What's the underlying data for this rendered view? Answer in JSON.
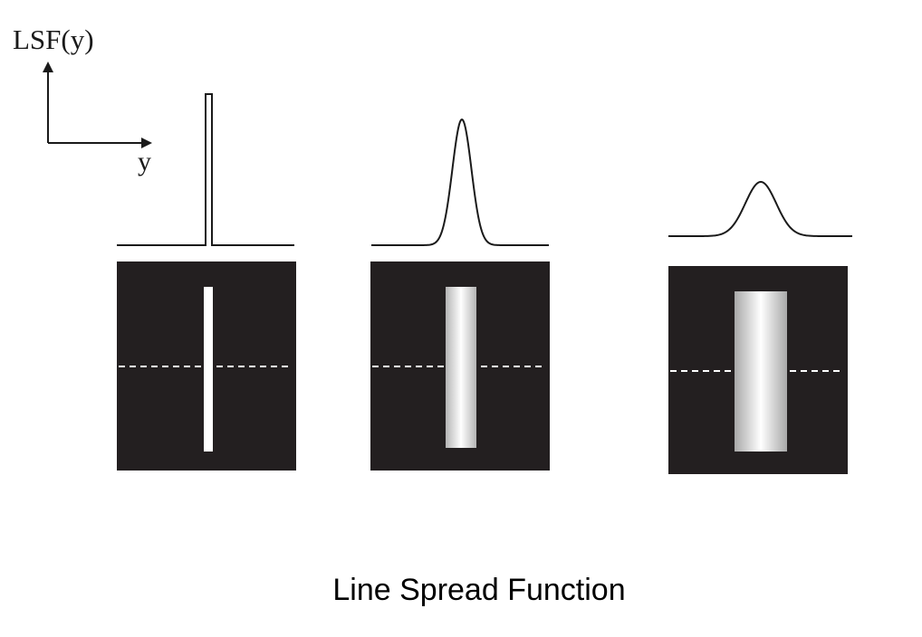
{
  "axes": {
    "y_axis_label": "LSF(y)",
    "x_axis_label": "y"
  },
  "caption": "Line Spread Function",
  "colors": {
    "background": "#ffffff",
    "panel": "#231f20",
    "curve": "#1a1a1a",
    "line_bright": "#ffffff",
    "line_dim": "#b4b4b4"
  },
  "panels": [
    {
      "name": "narrow",
      "profile": "impulse",
      "spread": 0.0
    },
    {
      "name": "medium",
      "profile": "gaussian",
      "spread": 0.5
    },
    {
      "name": "wide",
      "profile": "gaussian",
      "spread": 1.0
    }
  ]
}
